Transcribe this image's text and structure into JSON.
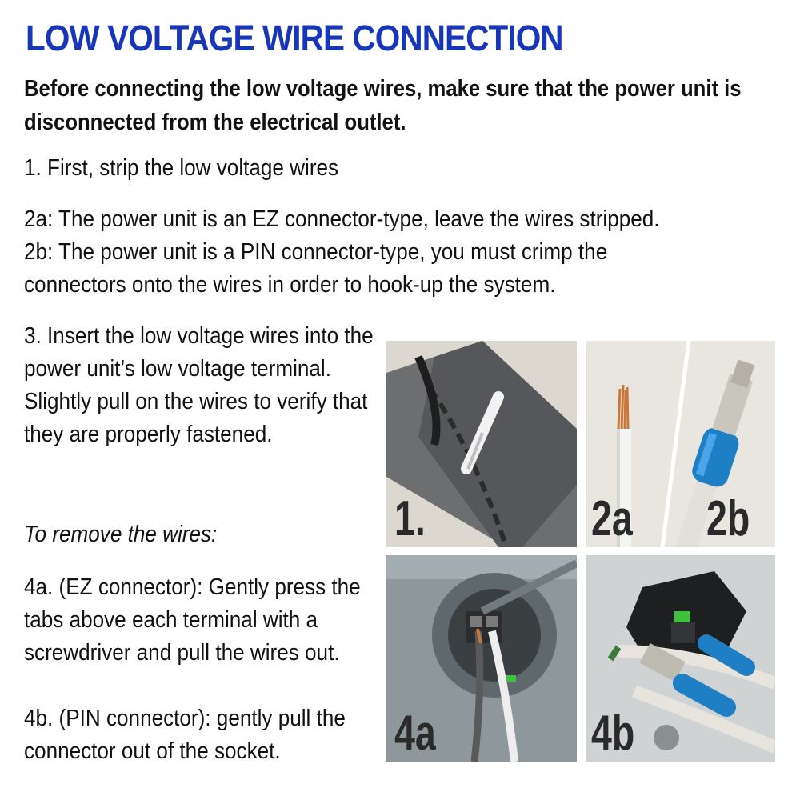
{
  "title": "LOW VOLTAGE WIRE CONNECTION",
  "warning": "Before connecting the low voltage wires, make sure that the power unit is disconnected from the electrical outlet.",
  "step1": "1. First, strip the low voltage wires",
  "step2a": "2a: The power unit is an EZ connector-type, leave the wires stripped.",
  "step2b_line1": "2b: The power unit is a PIN connector-type, you must crimp the",
  "step2b_line2": "connectors onto the wires in order to hook-up the system.",
  "step3": "3. Insert the low voltage wires into the power unit’s low voltage terminal. Slightly pull on the wires to verify that they are properly fastened.",
  "remove_heading": "To remove the wires:",
  "step4a": "4a. (EZ connector): Gently press the tabs above each terminal with a screwdriver and pull the wires out.",
  "step4b": "4b. (PIN connector): gently pull the connector out of the socket.",
  "photo_labels": {
    "p1": "1.",
    "p2a": "2a",
    "p2b": "2b",
    "p4a": "4a",
    "p4b": "4b"
  },
  "colors": {
    "title": "#1736b8",
    "connector_blue": "#1f7fc4",
    "copper": "#c8773a"
  }
}
